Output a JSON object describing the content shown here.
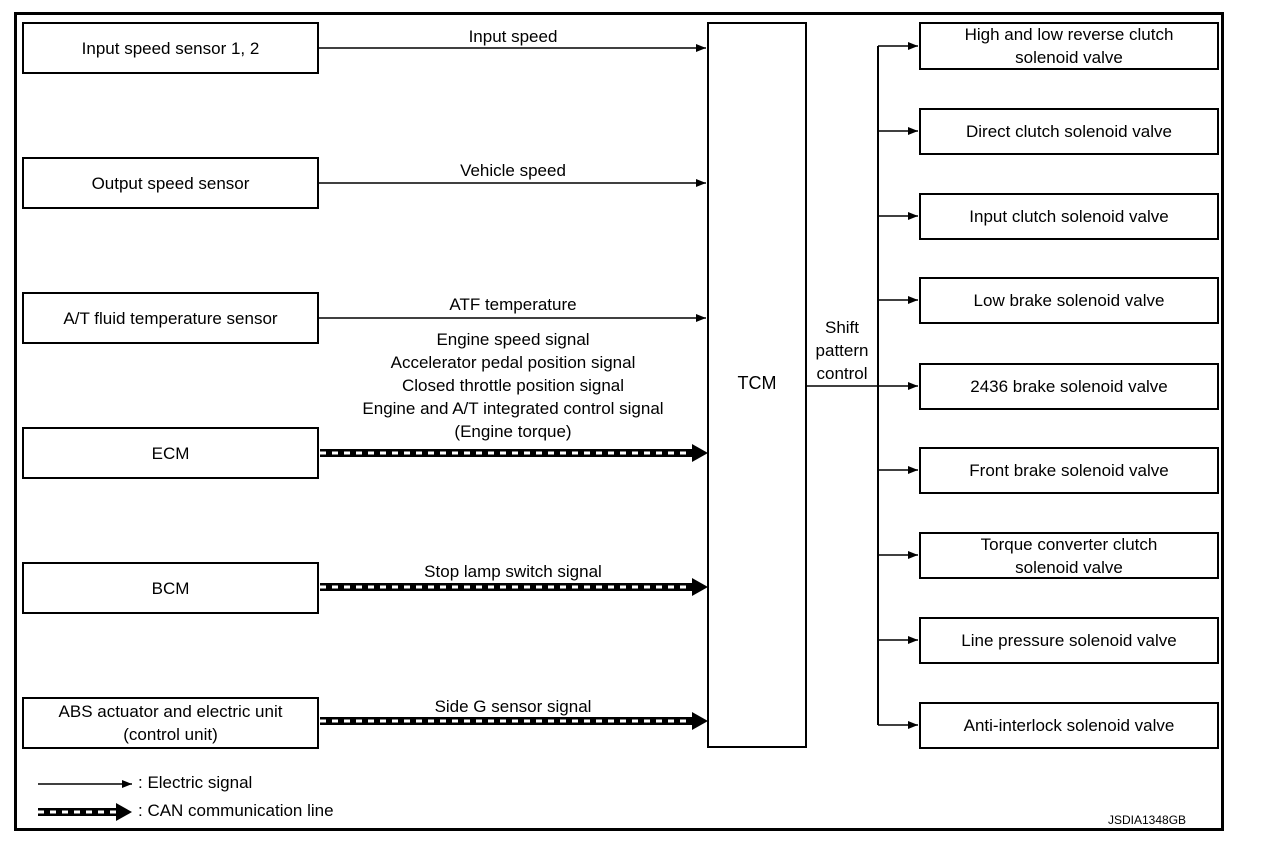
{
  "inputs": [
    {
      "label": "Input speed sensor 1, 2",
      "signal": "Input speed"
    },
    {
      "label": "Output speed sensor",
      "signal": "Vehicle speed"
    },
    {
      "label": "A/T fluid temperature sensor",
      "signal": "ATF temperature"
    },
    {
      "label": "ECM",
      "signal_lines": [
        "Engine speed signal",
        "Accelerator pedal position signal",
        "Closed throttle position signal",
        "Engine and A/T integrated control signal",
        "(Engine torque)"
      ]
    },
    {
      "label": "BCM",
      "signal": "Stop lamp switch signal"
    },
    {
      "label_lines": [
        "ABS actuator and electric unit",
        "(control unit)"
      ],
      "signal": "Side G sensor signal"
    }
  ],
  "tcm": {
    "label": "TCM"
  },
  "shift_label": [
    "Shift",
    "pattern",
    "control"
  ],
  "outputs": [
    [
      "High and low reverse clutch",
      "solenoid valve"
    ],
    [
      "Direct clutch solenoid valve"
    ],
    [
      "Input clutch solenoid valve"
    ],
    [
      "Low brake solenoid valve"
    ],
    [
      "2436 brake solenoid valve"
    ],
    [
      "Front brake solenoid valve"
    ],
    [
      "Torque converter clutch",
      "solenoid valve"
    ],
    [
      "Line pressure solenoid valve"
    ],
    [
      "Anti-interlock solenoid valve"
    ]
  ],
  "legend": {
    "electric": ": Electric signal",
    "can": ": CAN communication line"
  },
  "code": "JSDIA1348GB"
}
